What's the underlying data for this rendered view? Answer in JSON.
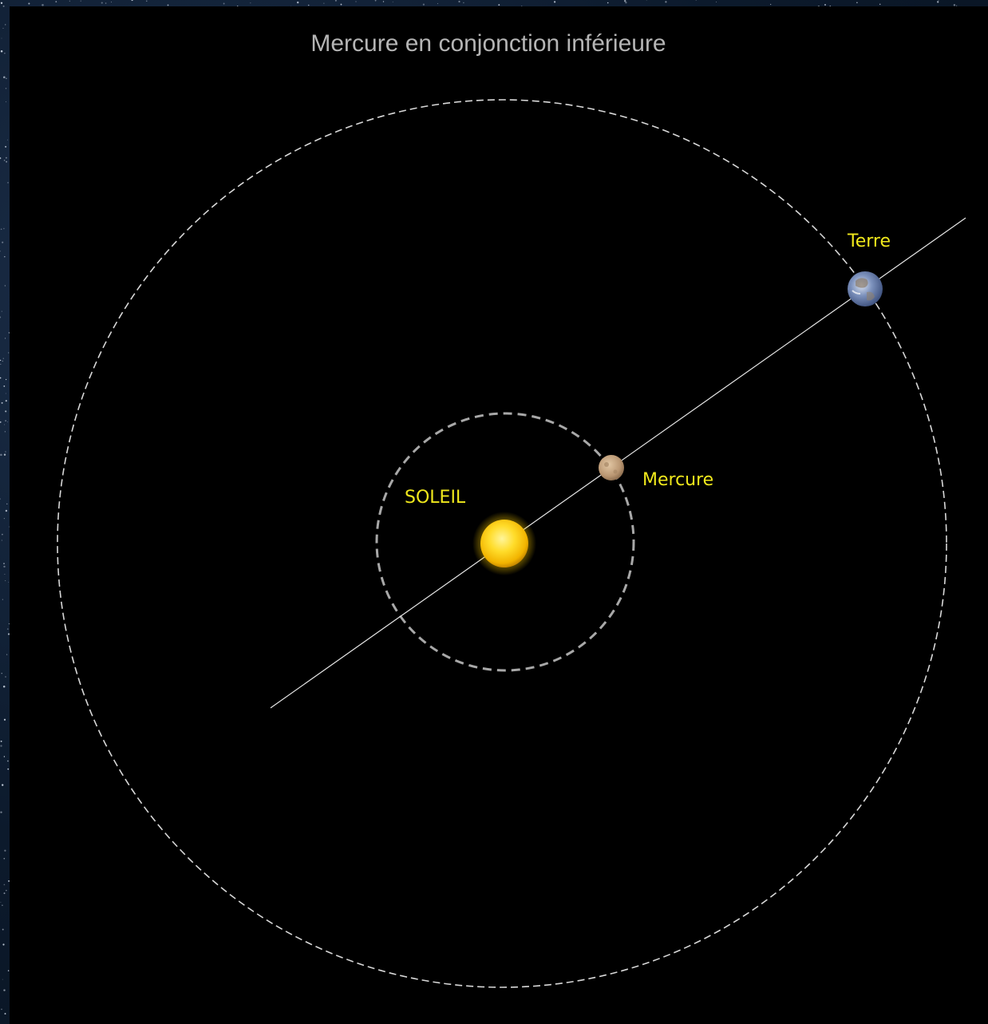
{
  "diagram": {
    "title": "Mercure en conjonction inférieure",
    "labels": {
      "sun": "SOLEIL",
      "mercury": "Mercure",
      "earth": "Terre"
    },
    "colors": {
      "panel_background": "#000000",
      "label_color": "#f0e81c",
      "title_color": "#b5b5b5",
      "orbit_color": "#d8d8d8",
      "sun_color": "#ffd21e",
      "mercury_color": "#c8a985",
      "earth_color": "#6f86b4"
    },
    "bodies": [
      "sun",
      "mercury",
      "earth"
    ],
    "orbits": [
      "mercury-orbit",
      "earth-orbit"
    ]
  }
}
